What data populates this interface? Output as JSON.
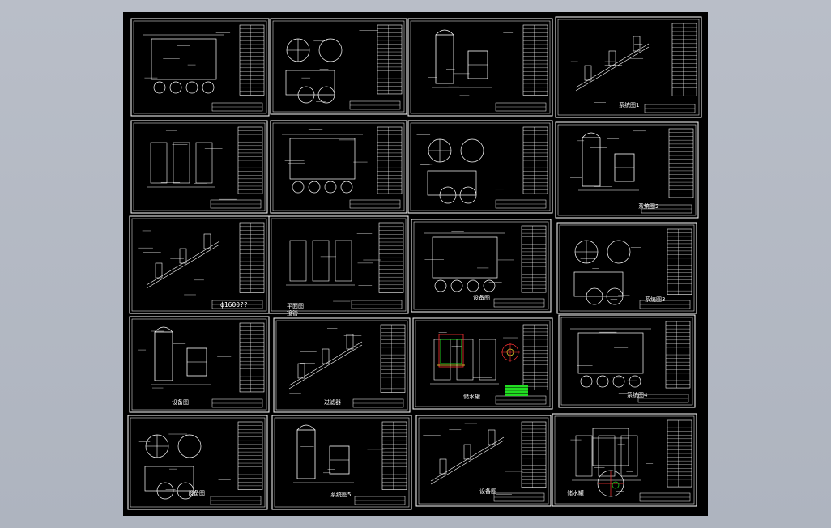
{
  "colors": {
    "background": "#b4b9c3",
    "sheet": "#000000",
    "line": "#ffffff",
    "accent_green": "#22dd22",
    "accent_yellow": "#ffee33",
    "accent_red": "#ff3333"
  },
  "sheet": {
    "title_labels": {
      "p_r1c4": "系统图1",
      "p_r2c4": "系统图2",
      "p_r3c1_dim": "ф1600??",
      "p_r3c2_a": "平面图",
      "p_r3c2_b": "接管",
      "p_r3c3": "设备图",
      "p_r3c4": "系统图3",
      "p_r4c1": "设备图",
      "p_r4c2": "过滤器",
      "p_r4c3": "储水罐",
      "p_r4c4": "系统图4",
      "p_r5c1": "设备图",
      "p_r5c2": "系统图5",
      "p_r5c3": "设备图",
      "p_r5c4": "储水罐"
    }
  }
}
